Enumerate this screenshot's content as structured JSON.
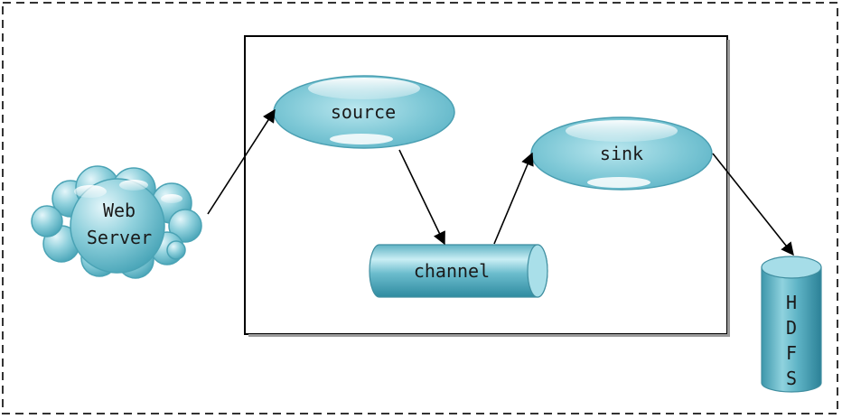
{
  "diagram": {
    "nodes": {
      "web_server": {
        "line1": "Web",
        "line2": "Server"
      },
      "source": {
        "label": "source"
      },
      "channel": {
        "label": "channel"
      },
      "sink": {
        "label": "sink"
      },
      "hdfs": {
        "letters": [
          "H",
          "D",
          "F",
          "S"
        ]
      }
    },
    "edges": [
      {
        "from": "web_server",
        "to": "source"
      },
      {
        "from": "source",
        "to": "channel"
      },
      {
        "from": "channel",
        "to": "sink"
      },
      {
        "from": "sink",
        "to": "hdfs"
      }
    ]
  },
  "colors": {
    "node_fill_light": "#cdeef4",
    "node_fill_mid": "#7cc6d4",
    "node_fill_dark": "#3a98ad",
    "node_stroke": "#3f8ea0",
    "line": "#000000",
    "dashed_border": "#333333"
  }
}
